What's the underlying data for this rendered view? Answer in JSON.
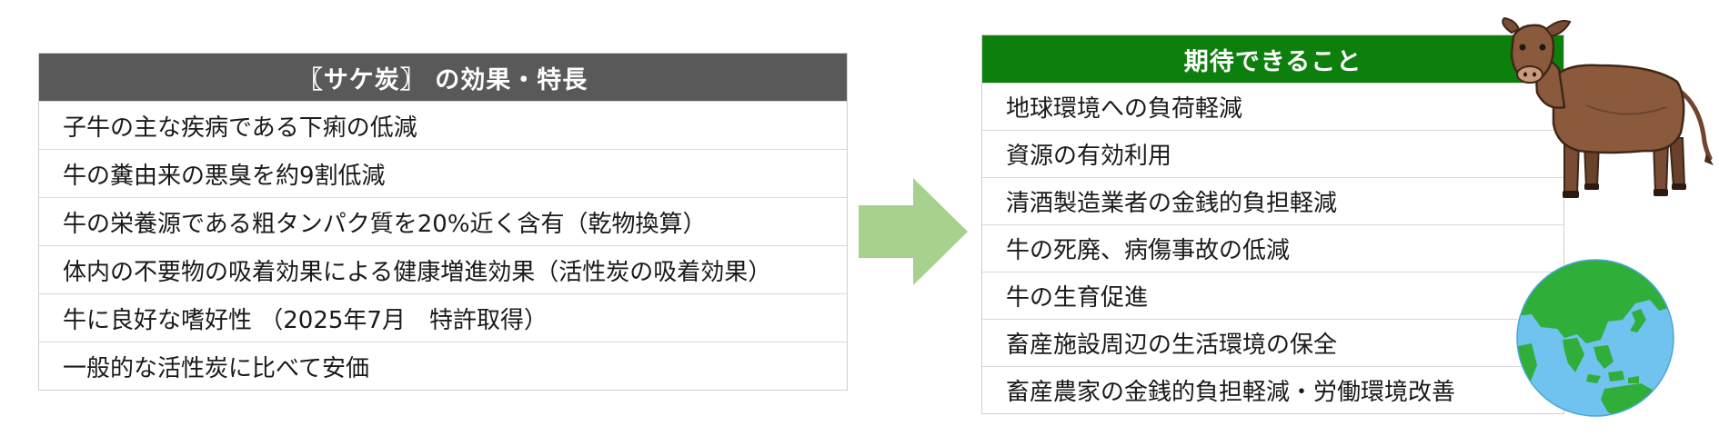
{
  "left_table": {
    "header": "〖サケ炭〗 の効果・特長",
    "rows": [
      "子牛の主な疾病である下痢の低減",
      "牛の糞由来の悪臭を約9割低減",
      "牛の栄養源である粗タンパク質を20%近く含有（乾物換算）",
      "体内の不要物の吸着効果による健康増進効果（活性炭の吸着効果）",
      "牛に良好な嗜好性 （2025年7月　特許取得）",
      "一般的な活性炭に比べて安価"
    ]
  },
  "arrow": {
    "icon": "right-arrow-icon",
    "color": "#a9d18e"
  },
  "right_table": {
    "header": "期待できること",
    "rows": [
      "地球環境への負荷軽減",
      "資源の有効利用",
      "清酒製造業者の金銭的負担軽減",
      "牛の死廃、病傷事故の低減",
      "牛の生育促進",
      "畜産施設周辺の生活環境の保全",
      "畜産農家の金銭的負担軽減・労働環境改善"
    ]
  },
  "illustrations": {
    "cow": "cow-icon",
    "globe": "globe-icon"
  },
  "colors": {
    "left_header_bg": "#595959",
    "right_header_bg": "#0d7f0d",
    "arrow": "#a9d18e",
    "globe_ocean": "#6fc3ee",
    "globe_land": "#2fae3a",
    "cow_body": "#8b5a3c"
  }
}
